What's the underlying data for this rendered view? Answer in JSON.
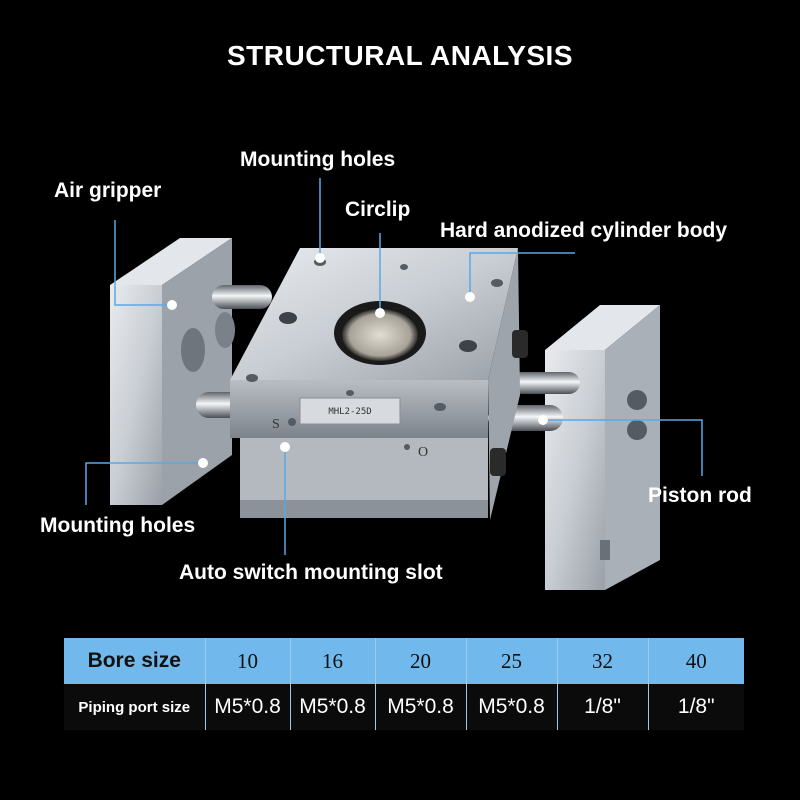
{
  "title": "STRUCTURAL ANALYSIS",
  "callouts": {
    "air_gripper": "Air gripper",
    "mounting_holes_top": "Mounting holes",
    "circlip": "Circlip",
    "cylinder_body": "Hard anodized cylinder body",
    "piston_rod": "Piston rod",
    "mounting_holes_bottom": "Mounting holes",
    "auto_switch_slot": "Auto switch mounting slot"
  },
  "device_markings": {
    "model": "MHL2-25D",
    "side_left": "S",
    "side_right": "O"
  },
  "spec_table": {
    "row1_header": "Bore size",
    "row1_values": [
      "10",
      "16",
      "20",
      "25",
      "32",
      "40"
    ],
    "row2_header": "Piping port size",
    "row2_values": [
      "M5*0.8",
      "M5*0.8",
      "M5*0.8",
      "M5*0.8",
      "1/8\"",
      "1/8\""
    ]
  },
  "colors": {
    "background": "#000000",
    "accent_blue": "#71b8ec",
    "callout_line": "#5aa8e6"
  }
}
